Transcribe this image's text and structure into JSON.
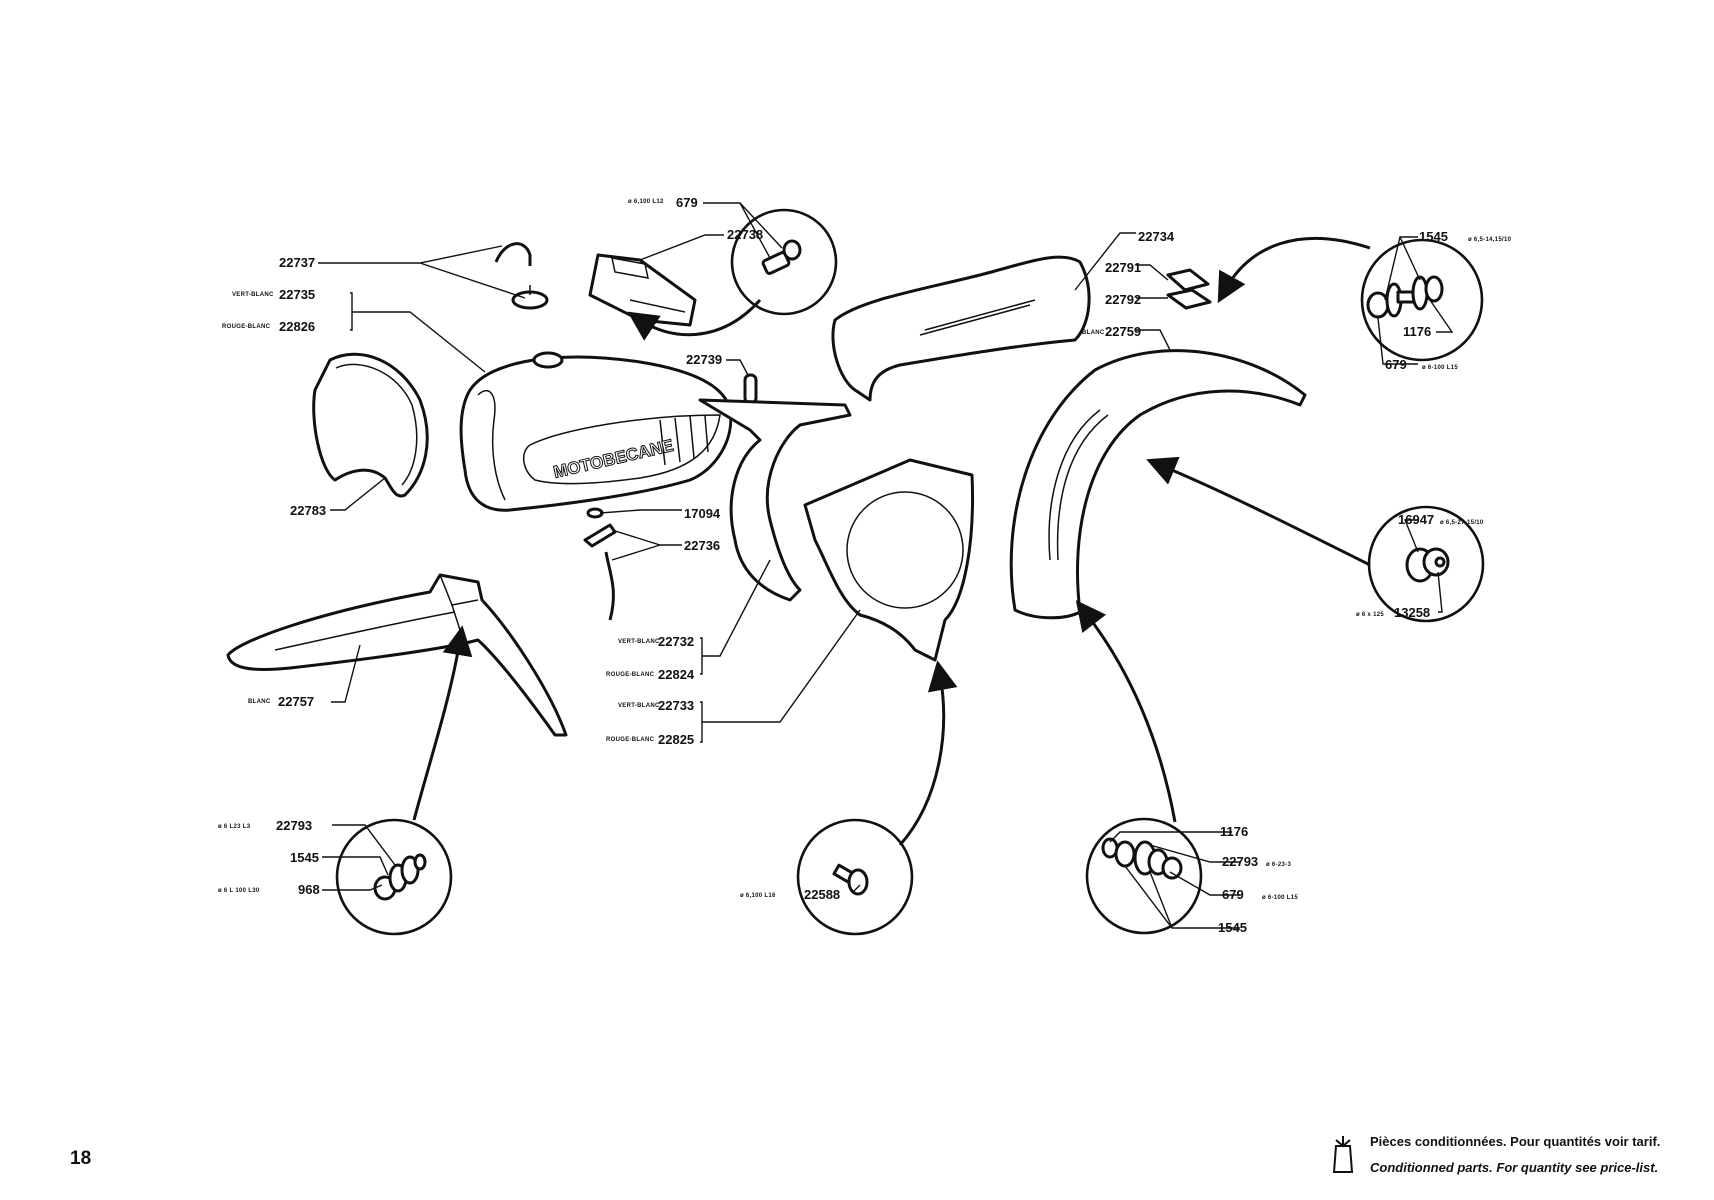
{
  "page_number": "18",
  "brand_on_tank": "MOTOBECANE",
  "legend": {
    "icon": "conditioned-parts-bag-icon",
    "line_fr": "Pièces conditionnées. Pour quantités voir tarif.",
    "line_en": "Conditionned parts. For quantity see price-list."
  },
  "labels": {
    "p679_top": "679",
    "p679_top_spec": "ø 6,100 L12",
    "p22738": "22738",
    "p22737": "22737",
    "p22735": "22735",
    "p22735_color": "VERT-BLANC",
    "p22826": "22826",
    "p22826_color": "ROUGE-BLANC",
    "p22739": "22739",
    "p22783": "22783",
    "p17094": "17094",
    "p22736": "22736",
    "p22732": "22732",
    "p22732_color": "VERT-BLANC",
    "p22824": "22824",
    "p22824_color": "ROUGE-BLANC",
    "p22733": "22733",
    "p22733_color": "VERT-BLANC",
    "p22825": "22825",
    "p22825_color": "ROUGE-BLANC",
    "p22757": "22757",
    "p22757_color": "BLANC",
    "p22734": "22734",
    "p22791": "22791",
    "p22792": "22792",
    "p22759": "22759",
    "p22759_color": "BLANC",
    "p1545_tr": "1545",
    "p1545_tr_spec": "ø 6,5-14,15/10",
    "p1176_tr": "1176",
    "p679_tr": "679",
    "p679_tr_spec": "ø 6-100 L15",
    "p16947": "16947",
    "p16947_spec": "ø 6,5-27-15/10",
    "p13258": "13258",
    "p13258_spec": "ø 6 x 125",
    "p22793_bl": "22793",
    "p22793_bl_spec": "ø 6 L23 L3",
    "p1545_bl": "1545",
    "p968": "968",
    "p968_spec": "ø 6 L 100 L30",
    "p22588": "22588",
    "p22588_spec": "ø 6,100 L16",
    "p1176_br": "1176",
    "p22793_br": "22793",
    "p22793_br_spec": "ø 6-23-3",
    "p679_br": "679",
    "p679_br_spec": "ø 6-100 L15",
    "p1545_br": "1545"
  }
}
